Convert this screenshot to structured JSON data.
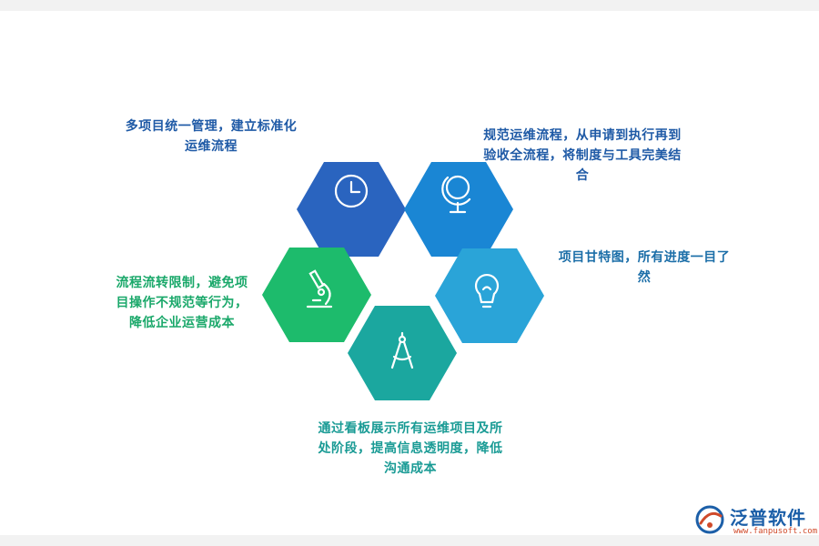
{
  "nodes": [
    {
      "id": "top-left",
      "text_lines": [
        "多项目统一管理，建立标准化",
        "运维流程"
      ],
      "color": "#2a64bf",
      "icon": "clock-icon"
    },
    {
      "id": "top-right",
      "text_lines": [
        "规范运维流程，从申请到执行再到",
        "验收全流程，将制度与工具完美结",
        "合"
      ],
      "color": "#1a86d4",
      "icon": "globe-icon"
    },
    {
      "id": "right",
      "text_lines": [
        "项目甘特图，所有进度一目了",
        "然"
      ],
      "color": "#2aa4d8",
      "icon": "lightbulb-icon"
    },
    {
      "id": "bottom",
      "text_lines": [
        "通过看板展示所有运维项目及所",
        "处阶段，提高信息透明度，降低",
        "沟通成本"
      ],
      "color": "#1ba79f",
      "icon": "compass-icon"
    },
    {
      "id": "left",
      "text_lines": [
        "流程流转限制，避免项",
        "目操作不规范等行为，",
        "降低企业运营成本"
      ],
      "color": "#1dbb6c",
      "icon": "microscope-icon"
    }
  ],
  "logo": {
    "name": "泛普软件",
    "url": "www.fanpusoft.com"
  }
}
